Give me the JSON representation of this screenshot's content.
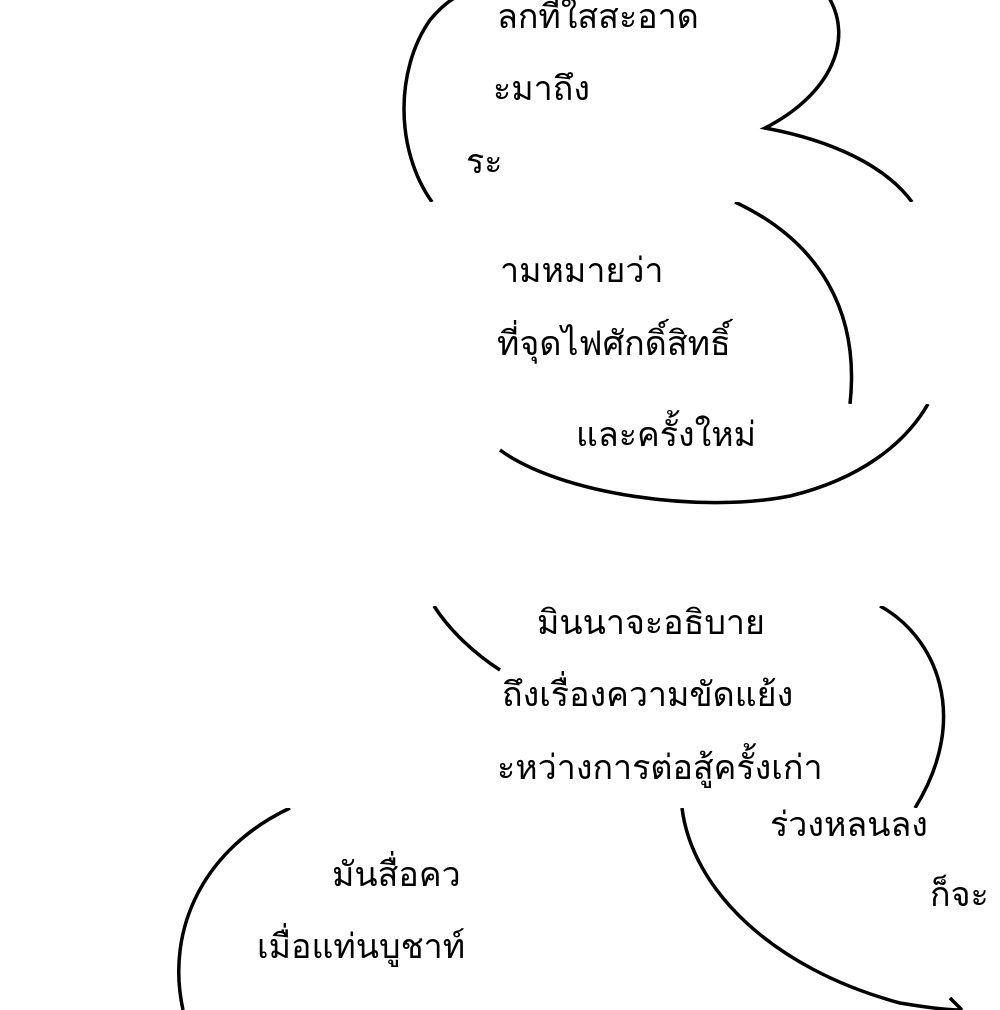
{
  "colors": {
    "background": "#ffffff",
    "ink": "#000000"
  },
  "panels": [
    {
      "bubble": "speech-bubble",
      "lines": [
        "ลกที่ใสสะอาด",
        "ะมาถึง",
        "ระ"
      ]
    },
    {
      "bubble": "speech-bubble",
      "lines": [
        "ามหมายว่า",
        "ที่จุดไฟศักดิ์สิทธิ์",
        "และครั้งใหม่"
      ]
    },
    {
      "bubble": "speech-bubble",
      "lines": [
        "มินนาจะอธิบาย",
        "ถึงเรื่องความขัดแย้ง",
        "ะหว่างการต่อสู้ครั้งเก่า"
      ]
    },
    {
      "bubble": "speech-bubble",
      "lines": [
        "มันสื่อคว",
        "เมื่อแท่นบูชาท์",
        "ร่วงหลนลง",
        "ก็จะ"
      ]
    }
  ]
}
